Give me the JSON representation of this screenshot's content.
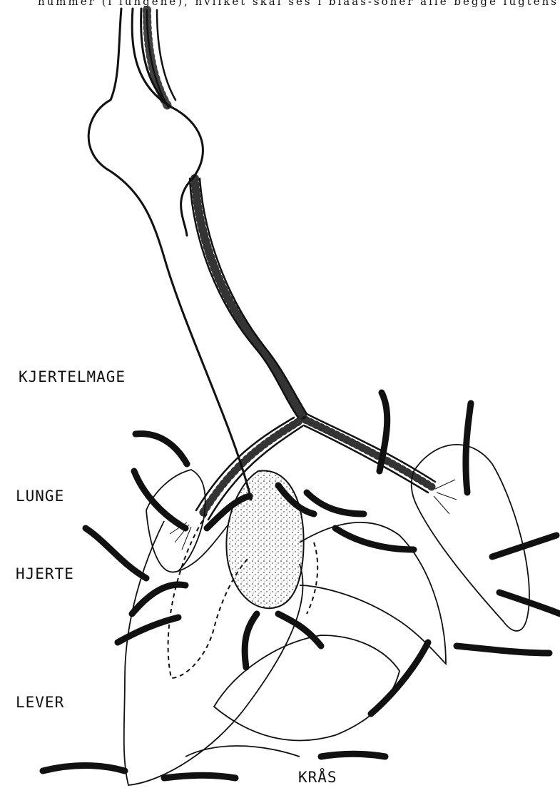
{
  "header": {
    "text": "nummer (i lungene), hvilket skal ses i blaas-soner alle begge lugtens"
  },
  "labels": {
    "kjertelmage": "KJERTELMAGE",
    "lunge": "LUNGE",
    "hjerte": "HJERTE",
    "lever": "LEVER",
    "kras": "KRÅS"
  },
  "colors": {
    "ink": "#111111",
    "paper": "#ffffff"
  }
}
